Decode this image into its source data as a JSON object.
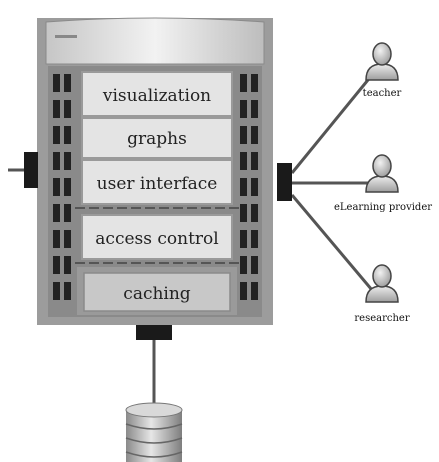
{
  "layers": [
    {
      "label": "visualization"
    },
    {
      "label": "graphs"
    },
    {
      "label": "user interface"
    },
    {
      "label": "access control"
    },
    {
      "label": "caching"
    }
  ],
  "actors": [
    {
      "label": "teacher",
      "icon": "user-icon"
    },
    {
      "label": "eLearning provider",
      "icon": "user-icon"
    },
    {
      "label": "researcher",
      "icon": "user-icon"
    }
  ],
  "storage": {
    "icon": "database-icon"
  },
  "colors": {
    "server_body": "#9c9c9c",
    "server_header": "#d8d8d8",
    "layer_fill": "#e4e4e4",
    "caching_fill": "#c8c8c8",
    "port": "#1a1a1a",
    "connector": "#555555"
  }
}
